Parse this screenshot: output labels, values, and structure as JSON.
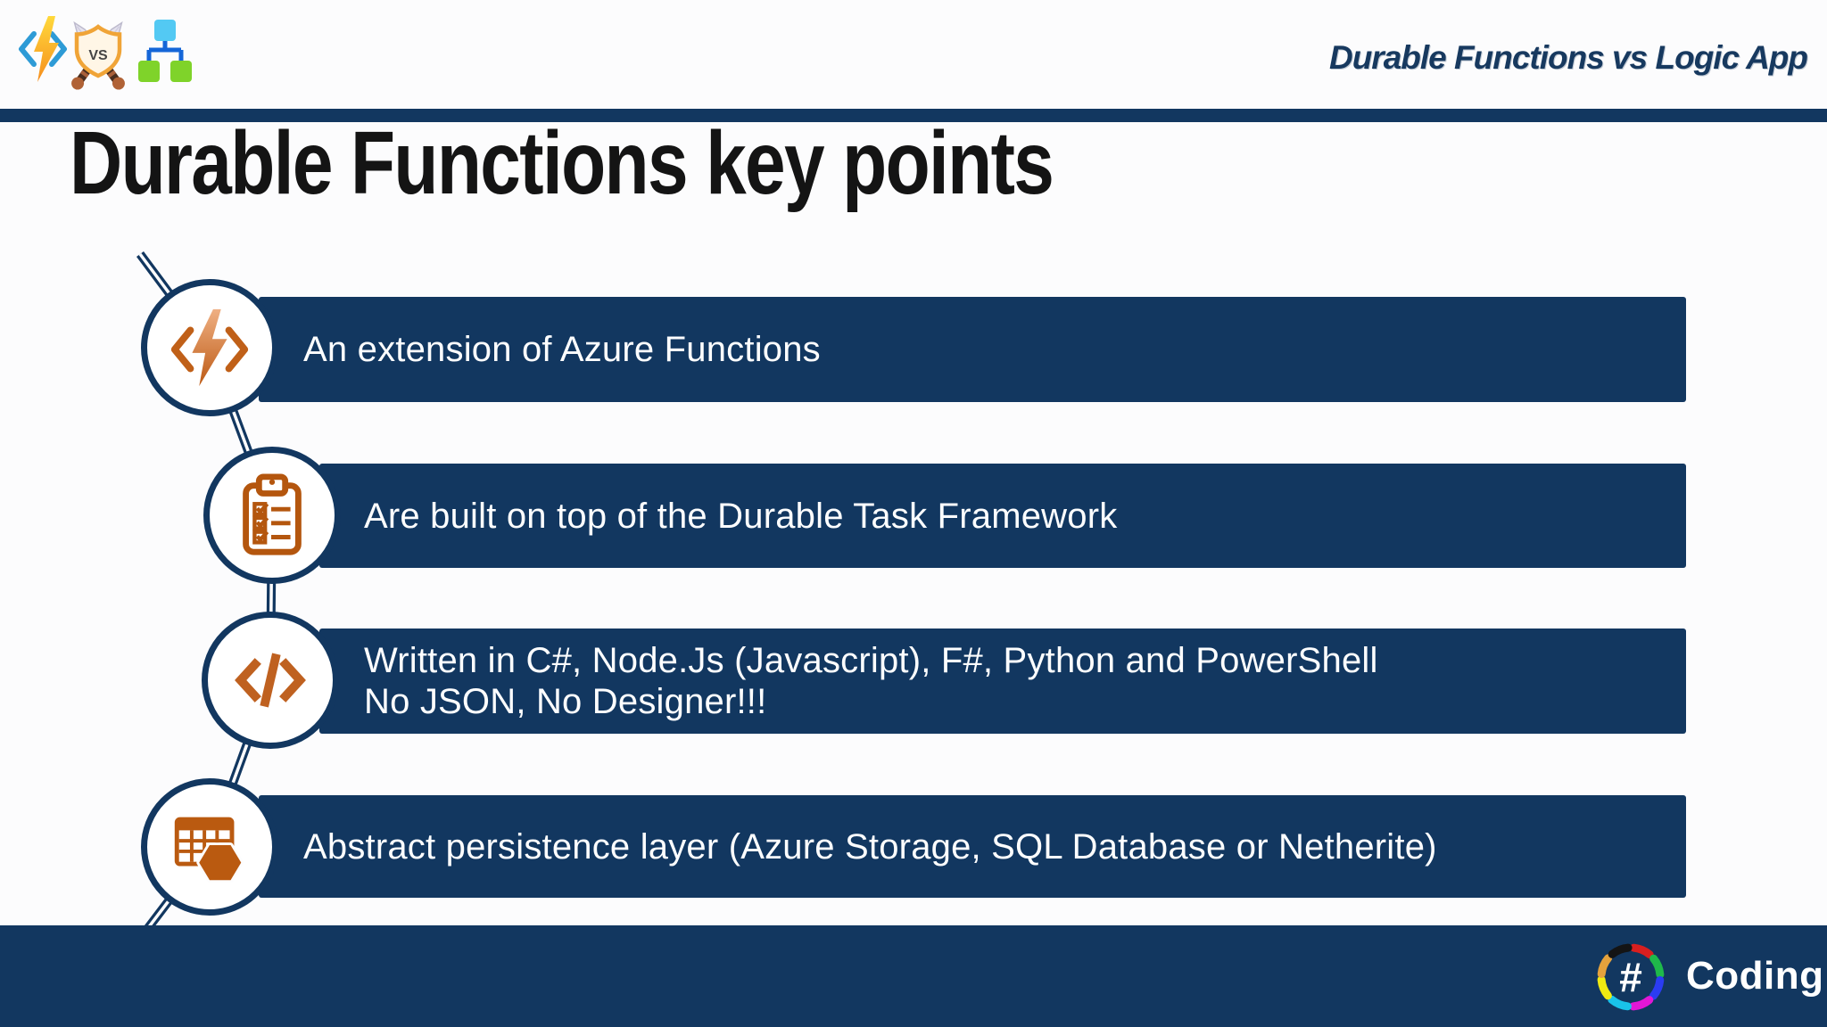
{
  "header": {
    "title": "Durable Functions vs Logic App",
    "logo": {
      "vs_label": "VS"
    }
  },
  "slide_title": "Durable Functions key points",
  "key_points": [
    {
      "icon": "azure-functions-icon",
      "lines": [
        "An extension of Azure Functions"
      ]
    },
    {
      "icon": "checklist-clipboard-icon",
      "lines": [
        "Are built on top of the Durable Task Framework"
      ]
    },
    {
      "icon": "code-brackets-icon",
      "lines": [
        "Written in C#, Node.Js (Javascript), F#, Python and PowerShell",
        "No JSON, No Designer!!!"
      ]
    },
    {
      "icon": "storage-table-hexagon-icon",
      "lines": [
        "Abstract persistence layer (Azure Storage, SQL Database or Netherite)"
      ]
    }
  ],
  "footer": {
    "logo_symbol": "#",
    "brand": "Coding"
  },
  "colors": {
    "navy": "#123760",
    "icon_orange": "#BA5A10",
    "title_text": "#141414",
    "bar_text": "#FDFEFF",
    "background": "#FCFCFD",
    "functions_blue": "#2E9BD6",
    "bolt_yellow": "#FFD93B",
    "bolt_orange": "#F68E1E",
    "logic_cyan": "#53C9F3",
    "logic_green": "#7FD32A",
    "shield_border": "#F0A437"
  }
}
